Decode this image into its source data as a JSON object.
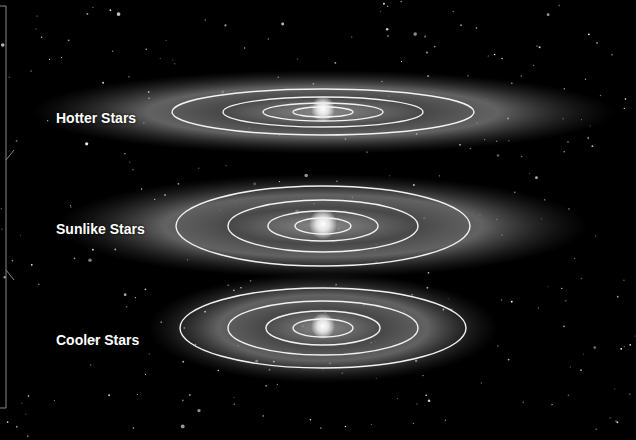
{
  "diagram": {
    "labels": [
      "Hotter Stars",
      "Sunlike Stars",
      "Cooler Stars"
    ]
  }
}
